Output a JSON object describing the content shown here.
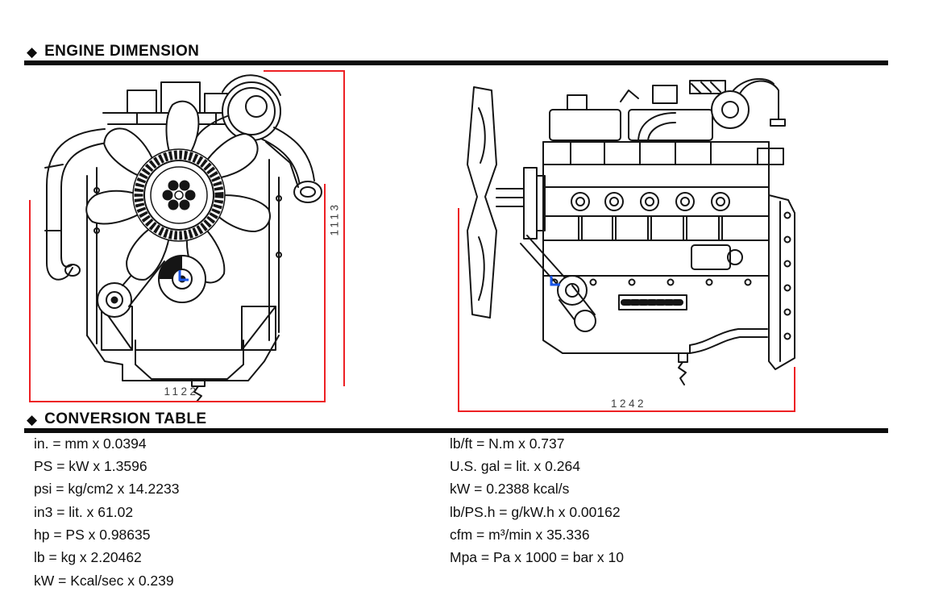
{
  "page": {
    "bullet": "◆",
    "engine_dimension_title": "ENGINE DIMENSION",
    "conversion_table_title": "CONVERSION TABLE"
  },
  "dimensions": {
    "front_view_width": "1122",
    "front_view_height": "1113",
    "side_view_width": "1242"
  },
  "conversion_table": {
    "left_column": [
      "in. = mm x 0.0394",
      "PS = kW x 1.3596",
      "psi = kg/cm2 x 14.2233",
      "in3 = lit. x 61.02",
      "hp = PS x 0.98635",
      "lb = kg x 2.20462",
      "kW = Kcal/sec x 0.239"
    ],
    "right_column": [
      "lb/ft = N.m x 0.737",
      "U.S. gal = lit. x 0.264",
      "kW = 0.2388 kcal/s",
      "lb/PS.h = g/kW.h x 0.00162",
      "cfm = m³/min x 35.336",
      "Mpa = Pa x 1000 = bar x 10"
    ]
  },
  "colors": {
    "dimension_line": "#ed2024",
    "drawing_line": "#151515",
    "datum_mark": "#1a56e8"
  }
}
